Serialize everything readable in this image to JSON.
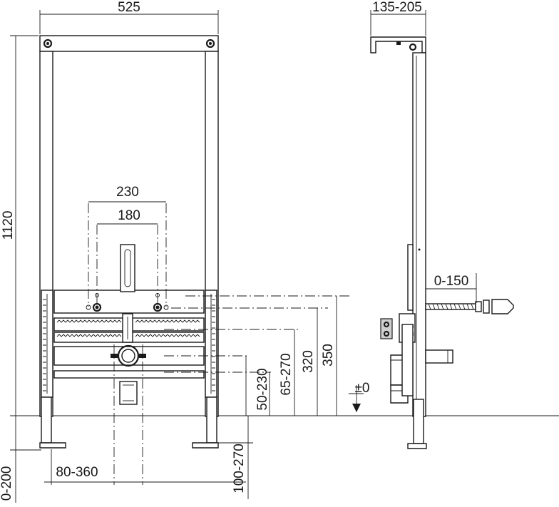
{
  "colors": {
    "ink": "#1a1a1a",
    "paper": "#ffffff",
    "part_fill": "#cfcfcf"
  },
  "dimensions": {
    "frame_width": "525",
    "frame_height": "1120",
    "fitting_centers_outer": "230",
    "fitting_centers_inner": "180",
    "height_350": "350",
    "height_320": "320",
    "height_65_270": "65-270",
    "height_50_230": "50-230",
    "foot_depth": "0-200",
    "drain_offset": "80-360",
    "feet_height": "100-270",
    "mounting_depth": "135-205",
    "bolt_length": "0-150",
    "floor_level": "±0"
  }
}
